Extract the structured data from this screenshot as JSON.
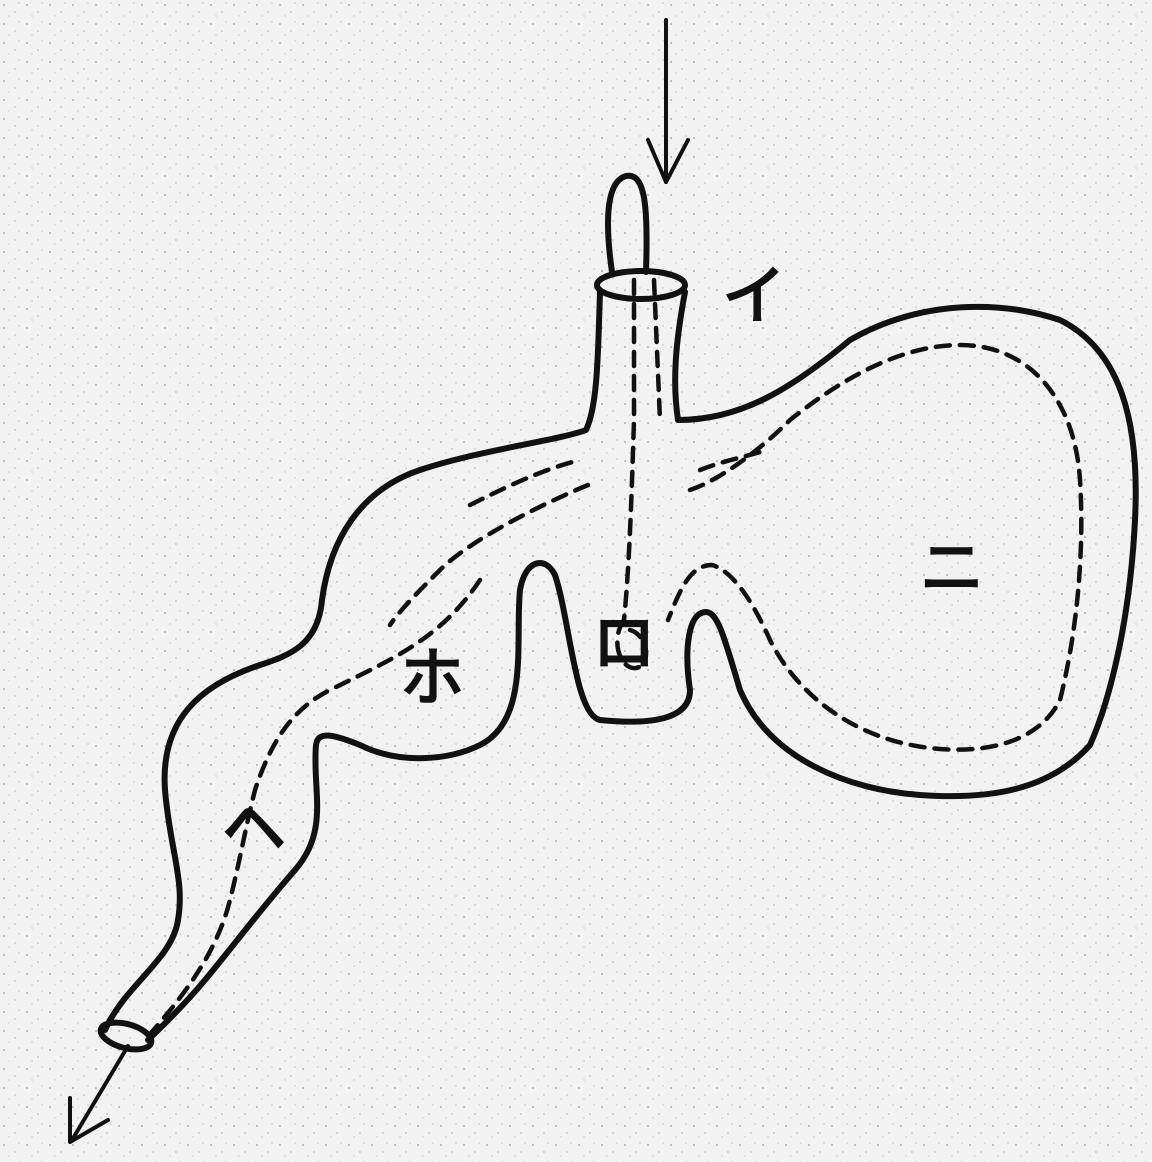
{
  "labels": {
    "i": "イ",
    "ni": "ニ",
    "ho": "ホ",
    "ro": "ロ",
    "he": "ヘ"
  },
  "colors": {
    "background": "#f2f2f2",
    "ink": "#111111"
  }
}
